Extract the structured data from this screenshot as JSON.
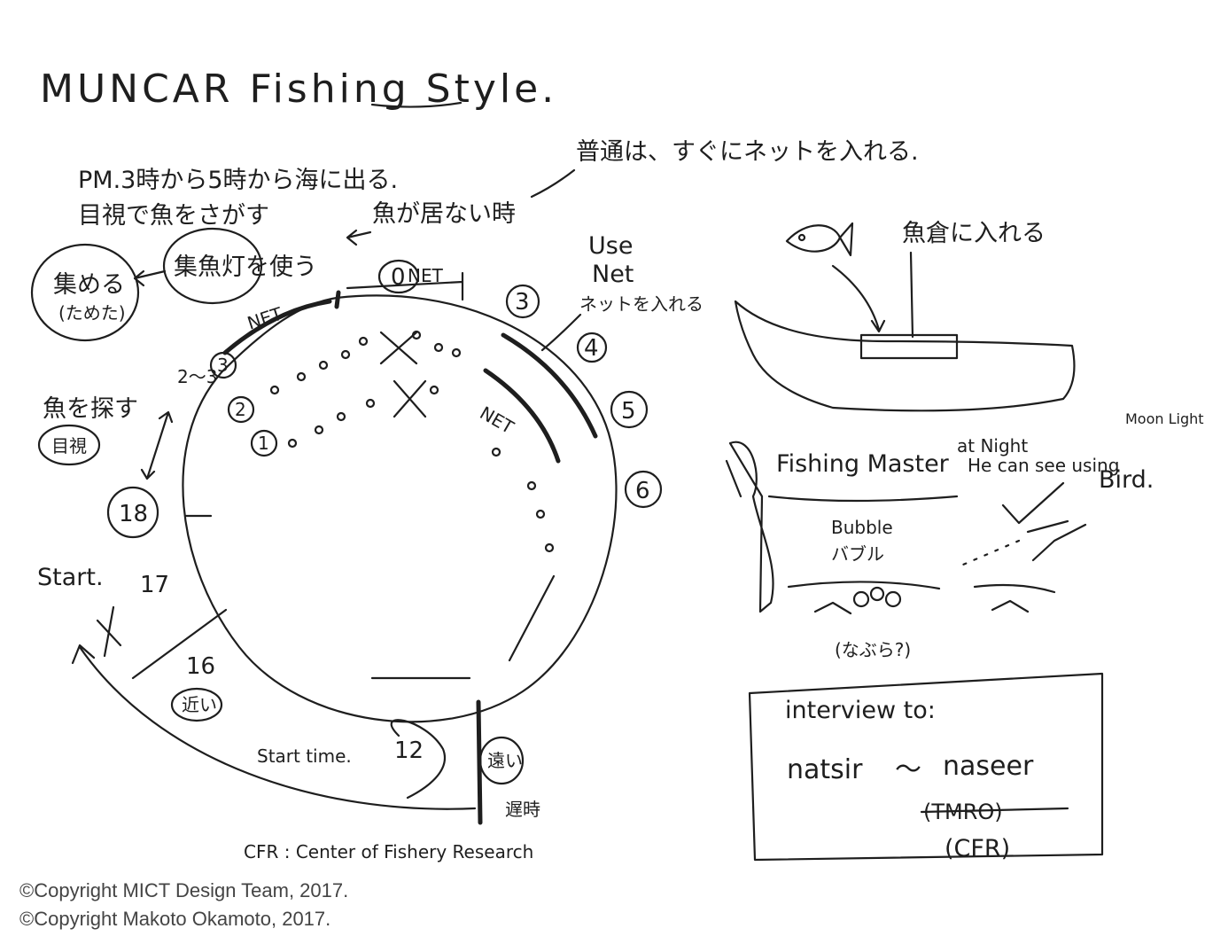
{
  "title": "MUNCAR Fishing Style.",
  "notes": {
    "departure": "PM.3時から5時から海に出る.",
    "search_visual": "目視で魚をさがす",
    "fish_absent": "魚が居ない時",
    "normal": "普通は、すぐにネットを入れる.",
    "gather": "集める",
    "gather_sub": "(ためた)",
    "lamp": "集魚灯を使う",
    "use_net": "Use",
    "use_net2": "Net",
    "put_net": "ネットを入れる",
    "search_fish": "魚を探す",
    "visual": "目視",
    "two_three": "2〜3",
    "start": "Start.",
    "start_time": "Start time.",
    "near": "近い",
    "far": "遠い",
    "far_time": "遅時",
    "to_hold": "魚倉に入れる",
    "fishing_master": "Fishing Master",
    "at_night": "at Night",
    "he_can_see": "He can see using",
    "moon_light": "Moon Light.",
    "bird": "Bird.",
    "bubble": "Bubble",
    "bubble_jp": "バブル",
    "bubble_q": "(なぶら?)",
    "cfr": "CFR : Center of Fishery Research"
  },
  "nets": {
    "net0": "NET",
    "net1": "NET",
    "net2": "NET"
  },
  "positions": {
    "n0": "0",
    "n1": "1",
    "n2": "2",
    "n3": "3",
    "n3b": "3",
    "n4": "4",
    "n5": "5",
    "n6": "6",
    "n12": "12",
    "n16": "16",
    "n17": "17",
    "n18": "18"
  },
  "interview": {
    "label": "interview to:",
    "name1": "natsir",
    "tilde": "〜",
    "name2": "naseer",
    "struck": "(TMRO)",
    "org": "(CFR)"
  },
  "copyright": {
    "line1": "©Copyright MICT Design Team, 2017.",
    "line2": "©Copyright Makoto Okamoto, 2017."
  }
}
